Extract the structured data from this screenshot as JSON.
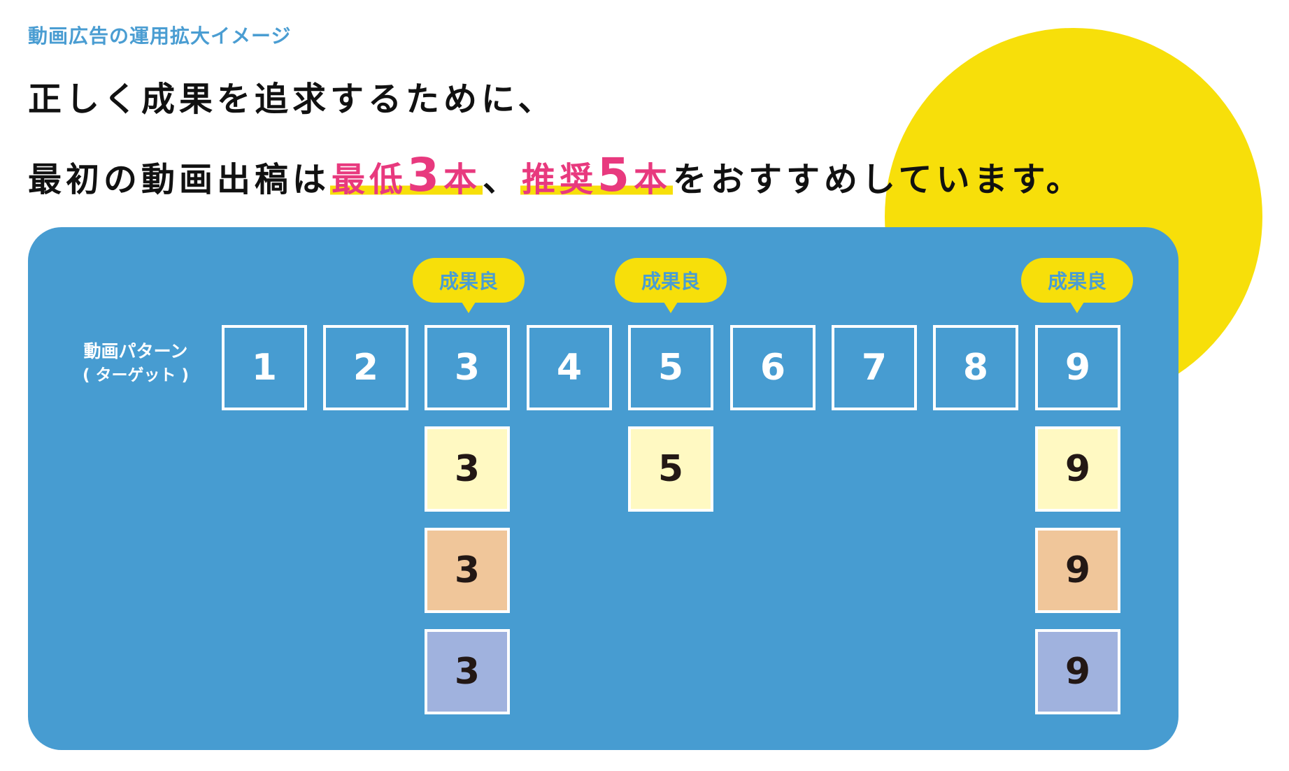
{
  "eyebrow": "動画広告の運用拡大イメージ",
  "headline": {
    "line1": "正しく成果を追求するために、",
    "line2": {
      "pre": "最初の動画出稿は",
      "min_label": "最低",
      "min_num": "3",
      "min_unit": "本",
      "sep": "、",
      "rec_label": "推奨",
      "rec_num": "5",
      "rec_unit": "本",
      "post": "をおすすめしています。"
    }
  },
  "diagram": {
    "row_label": "動画パターン",
    "row_sublabel": "( ターゲット )",
    "patterns": [
      "1",
      "2",
      "3",
      "4",
      "5",
      "6",
      "7",
      "8",
      "9"
    ],
    "badge_text": "成果良",
    "good_patterns": [
      "3",
      "5",
      "9"
    ],
    "expansions": {
      "p3": [
        "3",
        "3",
        "3"
      ],
      "p5": [
        "5"
      ],
      "p9": [
        "9",
        "9",
        "9"
      ]
    }
  },
  "colors": {
    "panel": "#479cd1",
    "accent_yellow": "#f7df0a",
    "highlight_pink": "#e8397e",
    "result_yellow": "#fff9c2",
    "result_orange": "#f0c69a",
    "result_lavender": "#a0b2de"
  }
}
